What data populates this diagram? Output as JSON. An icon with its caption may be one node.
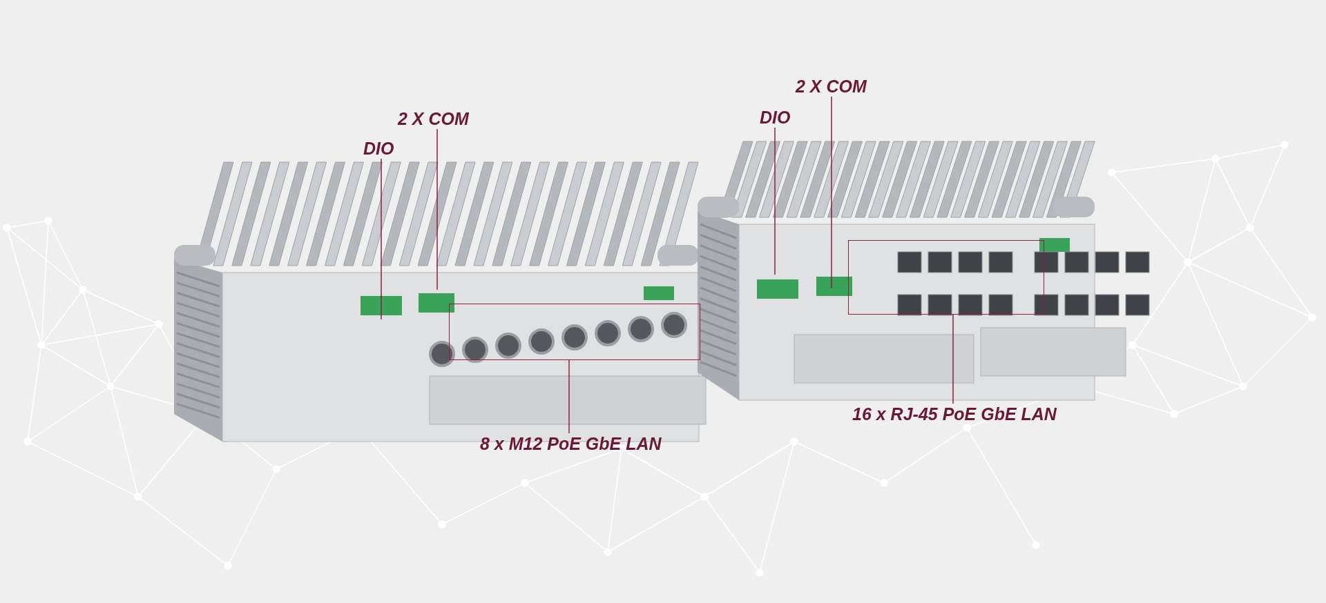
{
  "diagram": {
    "nodes": [
      {
        "text": [
          "DIO"
        ]
      },
      {
        "text": [
          "2 X COM"
        ]
      },
      {
        "text": [],
        "shape": "box"
      },
      {
        "text": [
          "8 x M12 PoE GbE LAN"
        ]
      },
      {
        "text": [
          "DIO"
        ]
      },
      {
        "text": [
          "2 X COM"
        ]
      },
      {
        "text": [],
        "shape": "box"
      },
      {
        "text": [
          "16 x RJ-45 PoE GbE LAN"
        ]
      }
    ],
    "edges": [
      {
        "from": 0,
        "to": null,
        "arrow": "none"
      },
      {
        "from": 1,
        "to": null,
        "arrow": "none"
      },
      {
        "from": 3,
        "to": 2,
        "arrow": "none"
      },
      {
        "from": 4,
        "to": null,
        "arrow": "none"
      },
      {
        "from": 5,
        "to": null,
        "arrow": "none"
      },
      {
        "from": 7,
        "to": 6,
        "arrow": "none"
      }
    ]
  }
}
